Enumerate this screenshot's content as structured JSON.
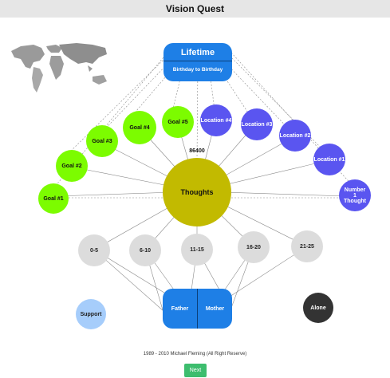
{
  "app_title": "Vision Quest",
  "lifetime": {
    "title": "Lifetime",
    "subtitle": "Birthday to Birthday"
  },
  "center": {
    "label": "Thoughts",
    "count": "86400"
  },
  "goals": [
    "Goal #1",
    "Goal #2",
    "Goal #3",
    "Goal #4",
    "Goal #5"
  ],
  "locations": [
    "Location #1",
    "Location #2",
    "Location #3",
    "Location #4"
  ],
  "number1": "Number 1 Thought",
  "ages": [
    "0-5",
    "6-10",
    "11-15",
    "16-20",
    "21-25"
  ],
  "parents": {
    "father": "Father",
    "mother": "Mother"
  },
  "support": "Support",
  "alone": "Alone",
  "footer": "1989 - 2010 Michael Fleming (All Right Reserve)",
  "next_label": "Next",
  "colors": {
    "goal": "#7cfc00",
    "location": "#5a55f0",
    "thoughts": "#c2ba00",
    "box": "#1e7fe6",
    "support": "#a6cdfb",
    "alone": "#333333",
    "next": "#3dbd6e"
  }
}
